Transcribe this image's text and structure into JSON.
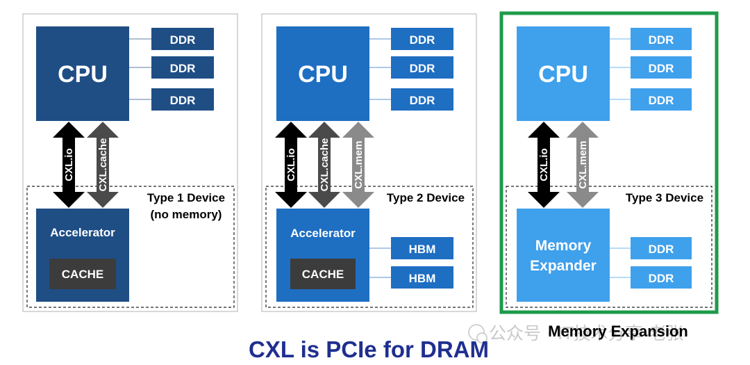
{
  "panels": [
    {
      "cpu_label": "CPU",
      "cpu_color": "#1f4e85",
      "ddr_labels": [
        "DDR",
        "DDR",
        "DDR"
      ],
      "arrows": [
        "CXL.io",
        "CXL.cache"
      ],
      "device_title": "Type 1 Device",
      "device_subtitle": "(no memory)",
      "device_label_1": "Accelerator",
      "device_label_2": "",
      "cache_label": "CACHE",
      "side_modules": [],
      "highlighted": false
    },
    {
      "cpu_label": "CPU",
      "cpu_color": "#1e6ec2",
      "ddr_labels": [
        "DDR",
        "DDR",
        "DDR"
      ],
      "arrows": [
        "CXL.io",
        "CXL.cache",
        "CXL.mem"
      ],
      "device_title": "Type 2 Device",
      "device_subtitle": "",
      "device_label_1": "Accelerator",
      "device_label_2": "",
      "cache_label": "CACHE",
      "side_modules": [
        "HBM",
        "HBM"
      ],
      "highlighted": false
    },
    {
      "cpu_label": "CPU",
      "cpu_color": "#3fa0ec",
      "ddr_labels": [
        "DDR",
        "DDR",
        "DDR"
      ],
      "arrows": [
        "CXL.io",
        "CXL.mem"
      ],
      "device_title": "Type 3 Device",
      "device_subtitle": "",
      "device_label_1": "Memory",
      "device_label_2": "Expander",
      "cache_label": "",
      "side_modules": [
        "DDR",
        "DDR"
      ],
      "highlighted": true
    }
  ],
  "highlight_caption": "Memory Expansion",
  "highlight_color": "#1e9a4a",
  "main_title": "CXL is PCIe for DRAM",
  "main_title_color": "#1f2f8f",
  "watermark": "公众号 · IT技术分享-老张",
  "colors": {
    "arrow_black": "#000000",
    "arrow_dark_gray": "#4a4a4a",
    "arrow_light_gray": "#8a8a8a",
    "cache_box": "#3c3c3c"
  }
}
